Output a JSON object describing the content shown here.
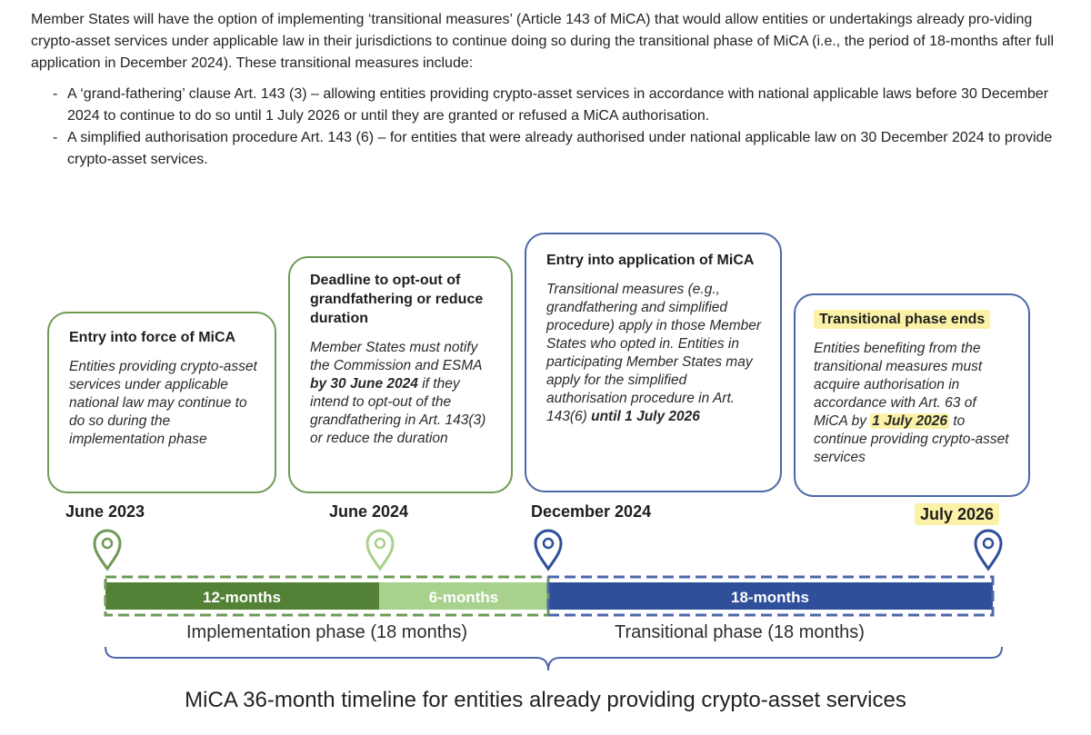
{
  "intro": {
    "paragraph": "Member States will have the option of implementing ‘transitional measures’ (Article 143 of MiCA) that would allow entities or undertakings already pro-viding crypto-asset services under applicable law in their jurisdictions to continue doing so during the transitional phase of MiCA (i.e., the period of 18-months after full application in December 2024). These transitional measures include:",
    "bullets": [
      "A ‘grand-fathering’ clause Art. 143 (3) – allowing entities providing crypto-asset services in accordance with national applicable laws before 30 December 2024 to continue to do so until 1 July 2026 or until they are granted or refused a MiCA authorisation.",
      "A simplified authorisation procedure Art. 143 (6) – for entities that were already authorised under national applicable law on 30 December 2024 to provide crypto-asset services."
    ]
  },
  "milestones": [
    {
      "title": "Entry into force of MiCA",
      "desc": "Entities providing crypto-asset services under applicable national law may continue to do so during the implementation phase",
      "date": "June 2023",
      "color": "#6f9a55"
    },
    {
      "title": "Deadline to opt-out of grandfathering or reduce duration",
      "desc_a": "Member States must notify the Commission and ESMA ",
      "desc_bold": "by 30 June 2024",
      "desc_b": " if they intend to opt-out of the grandfathering in Art. 143(3) or reduce the duration",
      "date": "June 2024",
      "color": "#a9d18e"
    },
    {
      "title": "Entry into application of MiCA",
      "desc_a": "Transitional measures (e.g., grandfathering and simplified procedure) apply in those Member States who opted in. Entities in participating Member States may apply for the simplified authorisation procedure in Art. 143(6) ",
      "desc_bold": "until 1 July 2026",
      "date": "December 2024",
      "color": "#4b68a8"
    },
    {
      "title": "Transitional phase ends",
      "desc_a": "Entities benefiting from the transitional measures must acquire authorisation in accordance with Art. 63 of MiCA by ",
      "desc_bold": "1 July 2026",
      "desc_b": " to continue providing crypto-asset services",
      "date": "July 2026",
      "color": "#4b68a8",
      "highlight": "#fbf2a8"
    }
  ],
  "segments": [
    {
      "label": "12-months",
      "color": "#538135"
    },
    {
      "label": "6-months",
      "color": "#a9d18e"
    },
    {
      "label": "18-months",
      "color": "#2f4f9a"
    }
  ],
  "phases": {
    "implementation": "Implementation phase (18 months)",
    "transitional": "Transitional phase (18 months)"
  },
  "footer_title": "MiCA 36-month timeline for entities already providing crypto-asset services"
}
